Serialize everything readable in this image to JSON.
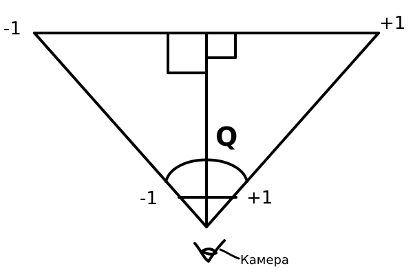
{
  "diagram": {
    "stroke_color": "#000000",
    "background_color": "#ffffff",
    "labels": {
      "far_left": "-1",
      "far_right": "+1",
      "near_left": "-1",
      "near_right": "+1",
      "q": "Q",
      "camera": "Камера"
    },
    "icons": [
      "camera-eye-icon",
      "right-angle-marker-icon"
    ]
  }
}
